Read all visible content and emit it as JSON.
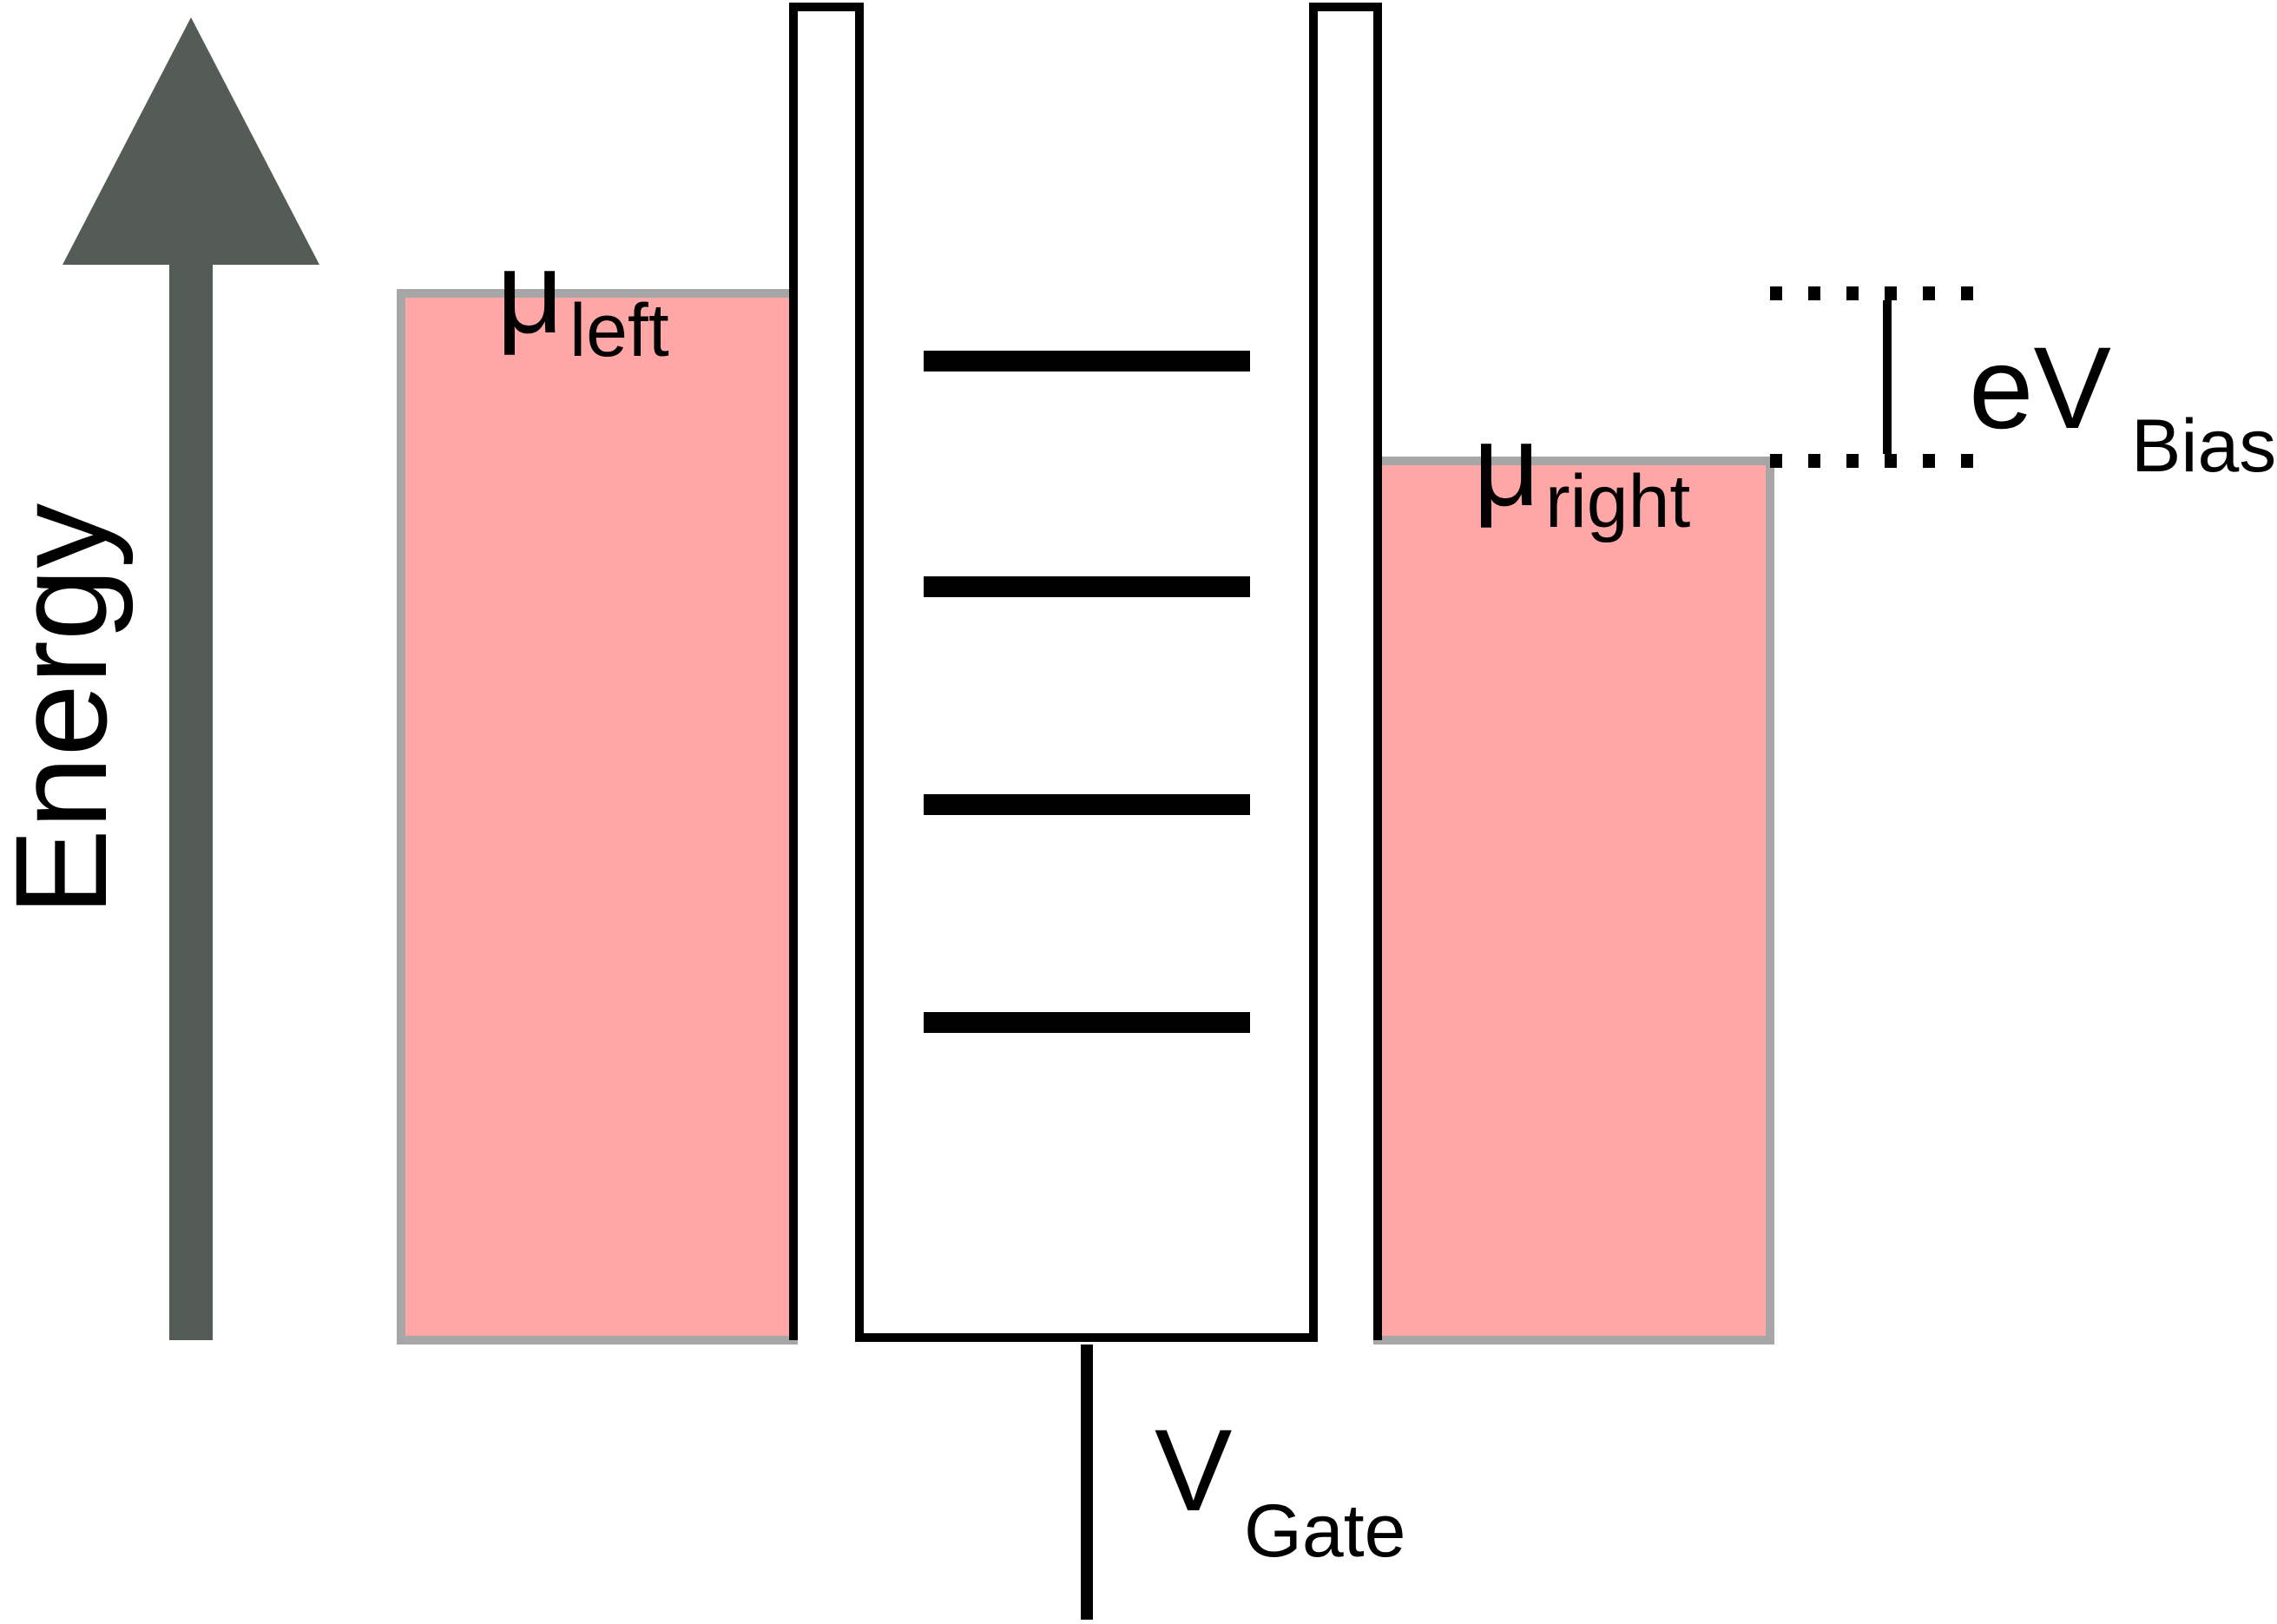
{
  "axis": {
    "label": "Energy",
    "arrow_color": "#545c55"
  },
  "left_lead": {
    "symbol": "μ",
    "subscript": "left",
    "fill_color": "#ffa6a6",
    "border_color": "#a6a6a6"
  },
  "right_lead": {
    "symbol": "μ",
    "subscript": "right",
    "fill_color": "#ffa6a6",
    "border_color": "#a6a6a6"
  },
  "bias": {
    "main": "eV",
    "subscript": "Bias"
  },
  "gate": {
    "main": "V",
    "subscript": "Gate"
  },
  "dot": {
    "energy_levels": 4,
    "line_color": "#000000"
  }
}
